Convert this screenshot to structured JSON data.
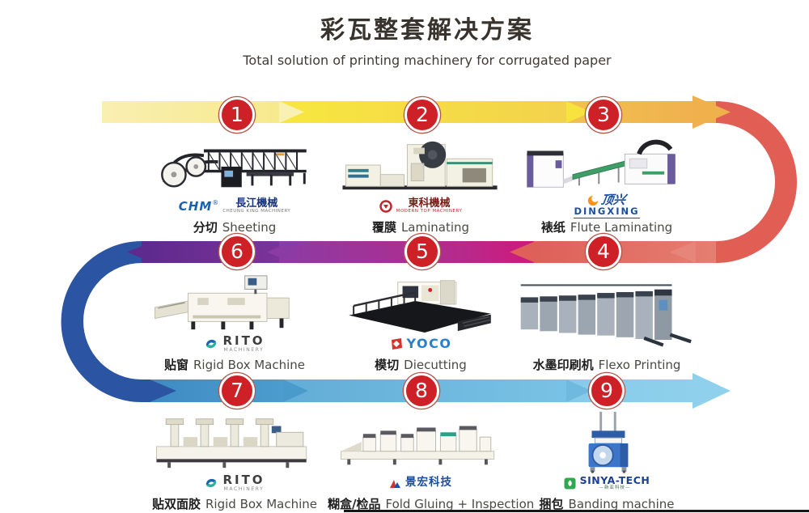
{
  "header": {
    "title": "彩瓦整套解决方案",
    "subtitle": "Total solution of printing machinery for corrugated paper"
  },
  "steps": [
    {
      "num": "1",
      "zh": "分切",
      "en": "Sheeting"
    },
    {
      "num": "2",
      "zh": "覆膜",
      "en": "Laminating"
    },
    {
      "num": "3",
      "zh": "裱纸",
      "en": "Flute Laminating"
    },
    {
      "num": "4",
      "zh": "水墨印刷机",
      "en": "Flexo Printing"
    },
    {
      "num": "5",
      "zh": "模切",
      "en": "Diecutting"
    },
    {
      "num": "6",
      "zh": "贴窗",
      "en": "Rigid Box Machine"
    },
    {
      "num": "7",
      "zh": "贴双面胶",
      "en": "Rigid Box Machine"
    },
    {
      "num": "8",
      "zh": "糊盒/检品",
      "en": "Fold Gluing + Inspection"
    },
    {
      "num": "9",
      "zh": "捆包",
      "en": "Banding machine"
    }
  ],
  "logos": {
    "chm": {
      "abbr": "CHM",
      "reg": "®",
      "name": "長江機械",
      "sub": "CHEUNG KING MACHINERY"
    },
    "dongke": {
      "name": "東科機械",
      "sub": "MODERN TOP MACHINERY"
    },
    "dingxing": {
      "script": "顶兴",
      "name": "DINGXING"
    },
    "yoco": {
      "name": "YOCO"
    },
    "rito": {
      "name": "RITO",
      "sub": "MACHINERY"
    },
    "jinghong": {
      "name": "景宏科技"
    },
    "sinya": {
      "name": "SINYA-TECH",
      "sub": "—新亚科技—"
    }
  },
  "colors": {
    "step_circle": "#cd2127",
    "row1_segments": [
      "#f8eda9",
      "#f6e43f",
      "#f0b24e"
    ],
    "curve_right": "#e15e55",
    "row2_segments": [
      "#5e2a8d",
      "#8b3ca4",
      "#d0197b",
      "#de6058"
    ],
    "curve_left": "#2b54a3",
    "row3_segments": [
      "#3e8bc3",
      "#62add7",
      "#8fd1ec"
    ]
  }
}
